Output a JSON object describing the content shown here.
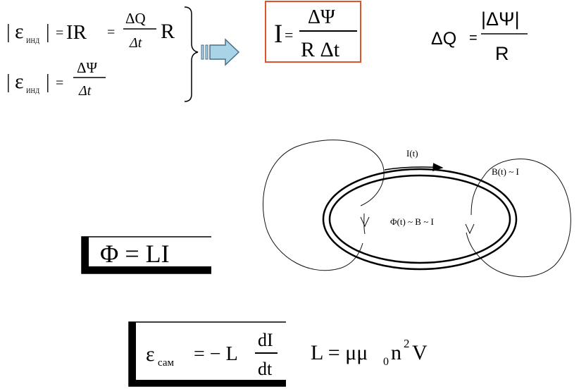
{
  "emf_block": {
    "bar": "|",
    "epsilon": "ε",
    "sub": "ИНД",
    "eq": "=",
    "IR": "IR",
    "delta_q": "ΔQ",
    "delta_t": "Δt",
    "R": "R",
    "delta_psi": "ΔΨ"
  },
  "current_formula": {
    "I": "I",
    "eq": "=",
    "numerator": "ΔΨ",
    "denominator": "R Δt"
  },
  "charge_formula": {
    "lhs": "ΔQ",
    "eq": "=",
    "numerator": "|ΔΨ|",
    "denominator": "R"
  },
  "loop_diagram": {
    "current_label": "I(t)",
    "field_label": "B(t) ~ I",
    "flux_label": "Φ(t) ~ B ~ I"
  },
  "flux_formula": {
    "text": "Φ = LI"
  },
  "self_induction_formula": {
    "epsilon": "ε",
    "sub": "сам",
    "eq_minus": "= − L",
    "numerator": "dI",
    "denominator": "dt"
  },
  "inductance_formula": {
    "lhs": "L = μμ",
    "mu_sub": "0",
    "n": "n",
    "n_sup": "2",
    "V": "V"
  },
  "colors": {
    "highlight_box": "#e0522c",
    "arrow_fill": "#a9d3e6",
    "arrow_stroke": "#4a6f86",
    "ink": "#000000"
  }
}
